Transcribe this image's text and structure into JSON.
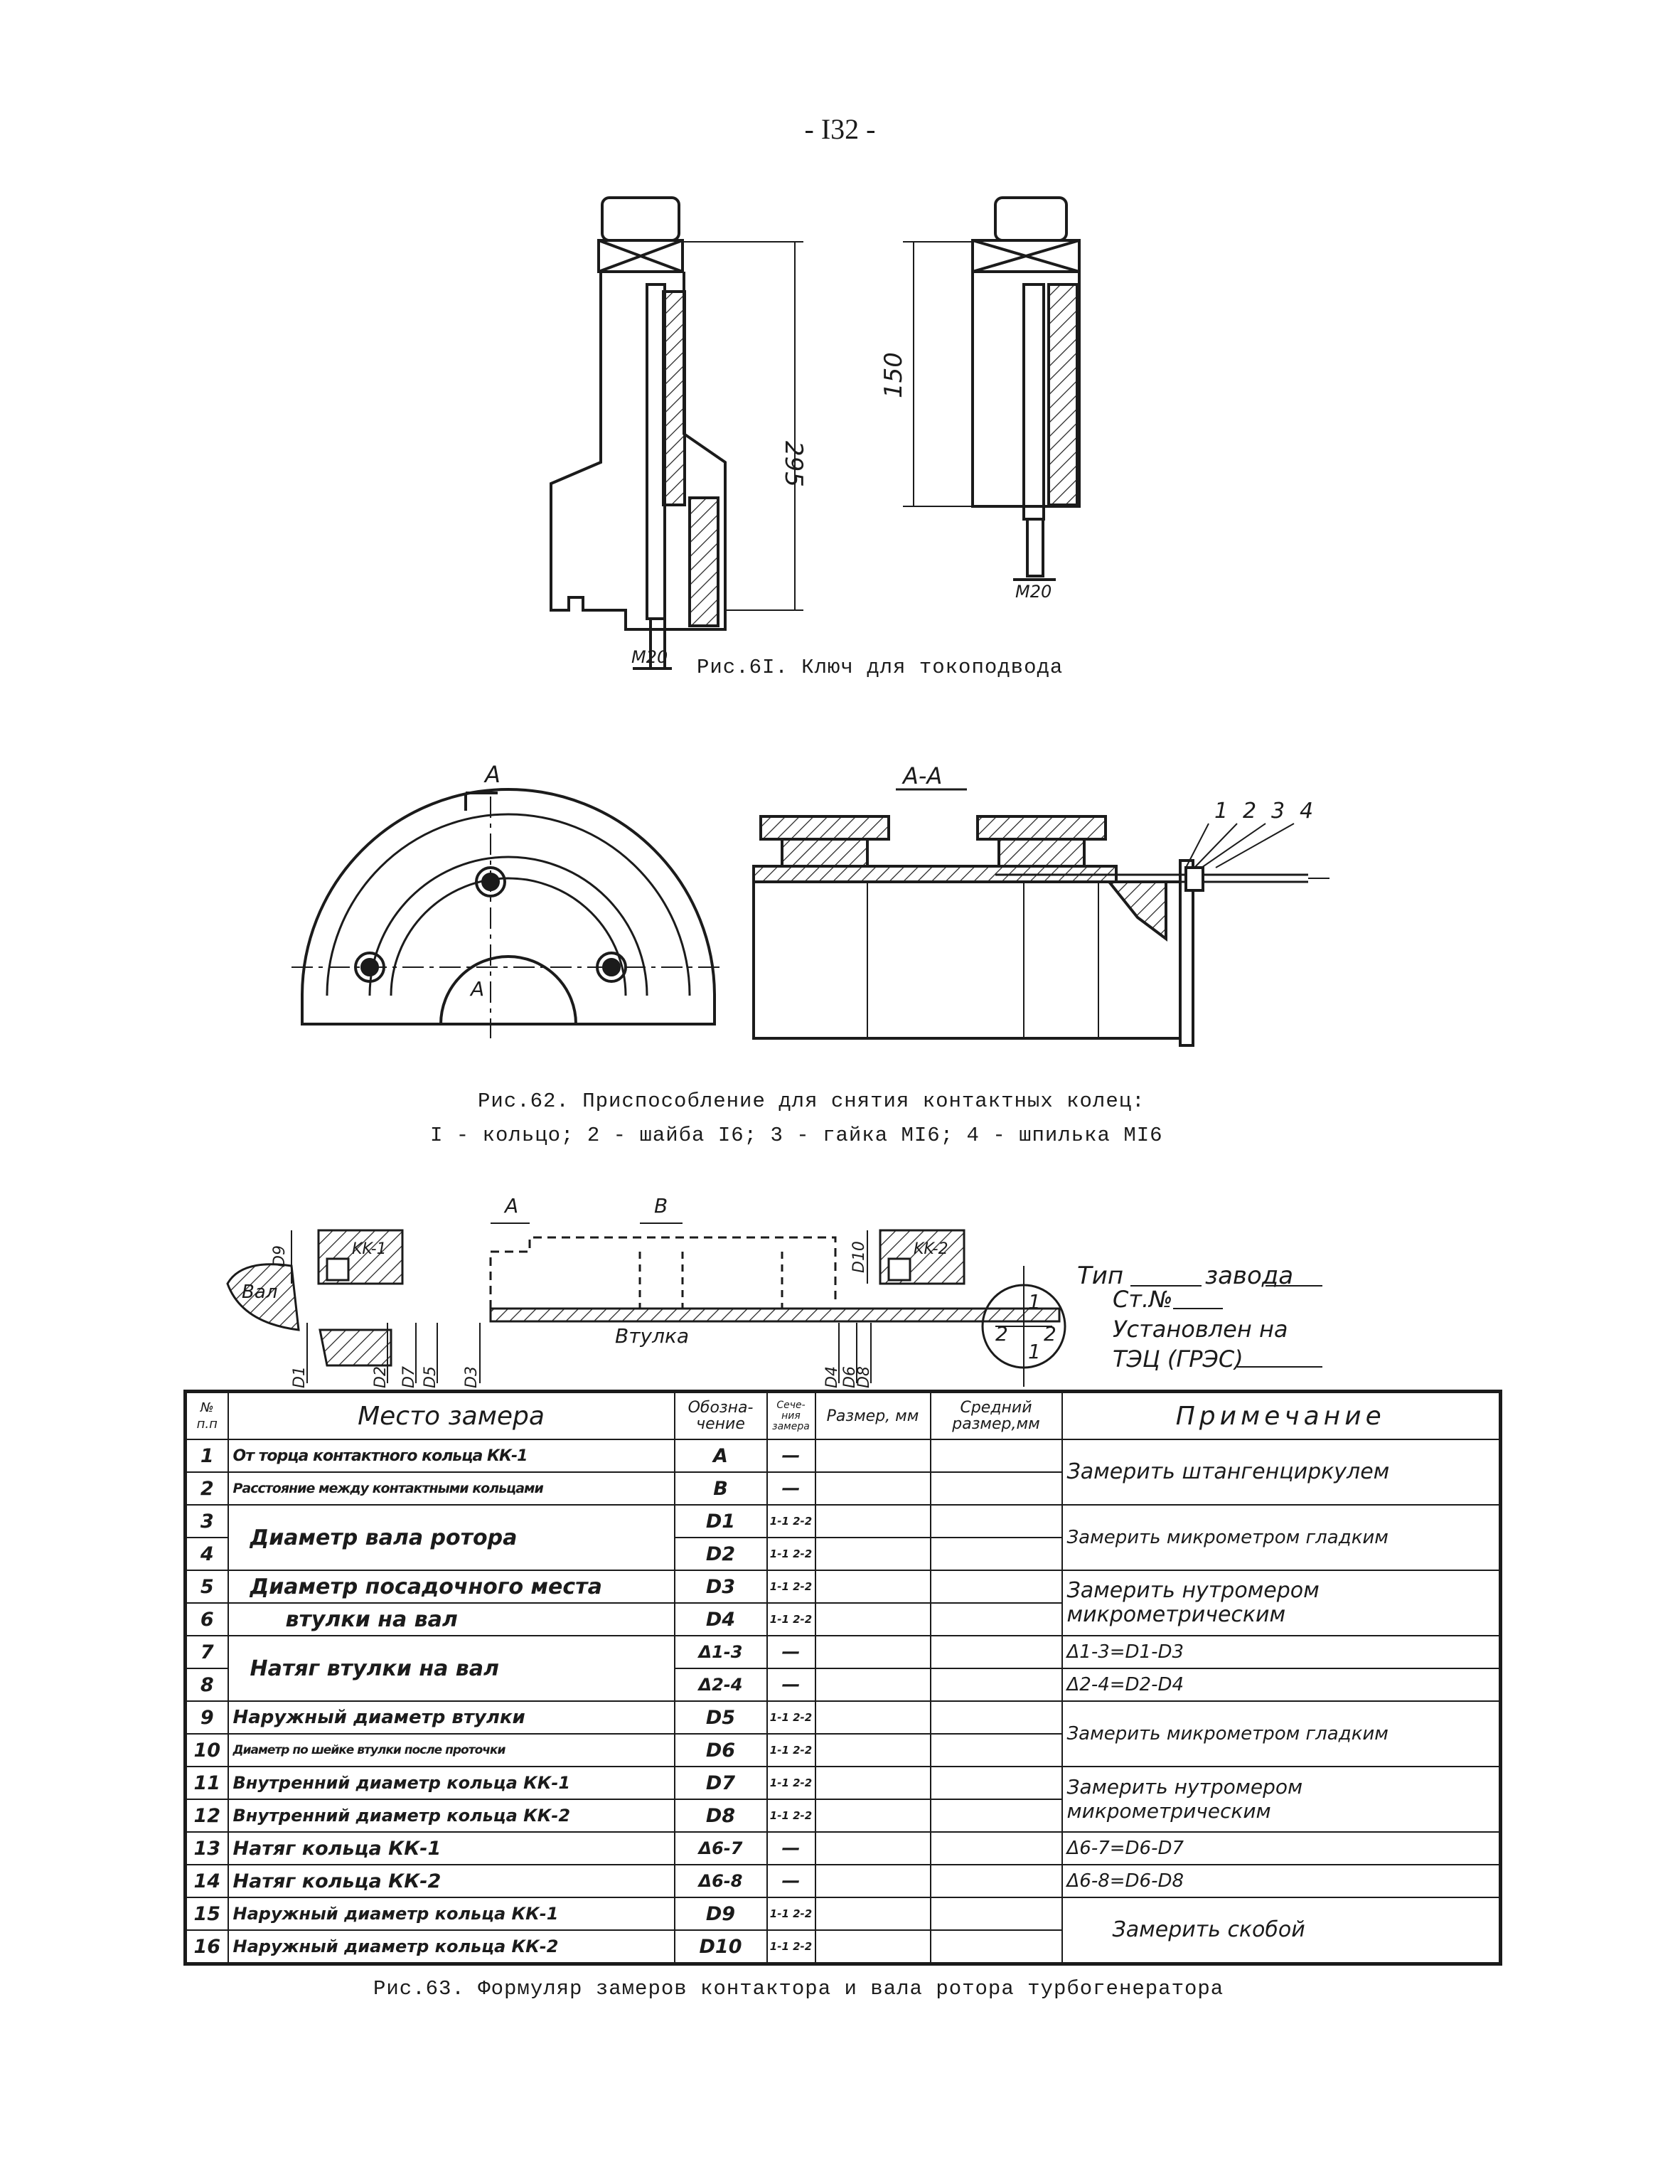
{
  "page_number": "- I32 -",
  "fig61": {
    "caption": "Рис.6I. Ключ для токоподвода",
    "dim_long": "295",
    "dim_short": "150",
    "thread_left": "M20",
    "thread_right": "M20"
  },
  "fig62": {
    "section_mark": "A",
    "section_title": "A-A",
    "callouts": [
      "1",
      "2",
      "3",
      "4"
    ],
    "caption_line1": "Рис.62. Приспособление для снятия контактных колец:",
    "caption_line2": "I - кольцо; 2 - шайба I6; 3 - гайка MI6; 4 - шпилька MI6"
  },
  "fig63": {
    "sketch_labels": {
      "a": "A",
      "b": "B",
      "ring1": "KK-1",
      "ring2": "KK-2",
      "shaft": "Вал",
      "sleeve": "Втулка",
      "d1": "D1",
      "d2": "D2",
      "d3": "D3",
      "d4": "D4",
      "d5": "D5",
      "d6": "D6",
      "d7": "D7",
      "d8": "D8",
      "d9": "D9",
      "d10": "D10",
      "circle_top": "1",
      "circle_bottom": "1",
      "circle_left": "2",
      "circle_right": "2"
    },
    "header_fields": {
      "type_label": "Тип",
      "plant_label": "завода",
      "station_no_label": "Ст.№",
      "installed_label_1": "Установлен на",
      "installed_label_2": "ТЭЦ (ГРЭС)"
    },
    "table": {
      "headers": [
        "№ п.п",
        "Место замера",
        "Обозна-чение",
        "Сече-ния замера",
        "Размер, мм",
        "Средний размер,мм",
        "Примечание"
      ],
      "rows": [
        {
          "n": "1",
          "place": "От торца контактного кольца КК-1",
          "sym": "A",
          "sec": "—"
        },
        {
          "n": "2",
          "place": "Расстояние между контактными кольцами",
          "sym": "B",
          "sec": "—"
        },
        {
          "n": "3",
          "place": "Диаметр вала ротора",
          "sym": "D1",
          "sec": "1-1 2-2"
        },
        {
          "n": "4",
          "place": "",
          "sym": "D2",
          "sec": "1-1 2-2"
        },
        {
          "n": "5",
          "place": "Диаметр посадочного места",
          "sym": "D3",
          "sec": "1-1 2-2"
        },
        {
          "n": "6",
          "place": "втулки на вал",
          "sym": "D4",
          "sec": "1-1 2-2"
        },
        {
          "n": "7",
          "place": "Натяг втулки на вал",
          "sym": "Δ1-3",
          "sec": "—"
        },
        {
          "n": "8",
          "place": "",
          "sym": "Δ2-4",
          "sec": "—"
        },
        {
          "n": "9",
          "place": "Наружный диаметр втулки",
          "sym": "D5",
          "sec": "1-1 2-2"
        },
        {
          "n": "10",
          "place": "Диаметр по шейке втулки после проточки",
          "sym": "D6",
          "sec": "1-1 2-2"
        },
        {
          "n": "11",
          "place": "Внутренний диаметр кольца КК-1",
          "sym": "D7",
          "sec": "1-1 2-2"
        },
        {
          "n": "12",
          "place": "Внутренний диаметр кольца КК-2",
          "sym": "D8",
          "sec": "1-1 2-2"
        },
        {
          "n": "13",
          "place": "Натяг кольца КК-1",
          "sym": "Δ6-7",
          "sec": "—"
        },
        {
          "n": "14",
          "place": "Натяг кольца КК-2",
          "sym": "Δ6-8",
          "sec": "—"
        },
        {
          "n": "15",
          "place": "Наружный диаметр кольца КК-1",
          "sym": "D9",
          "sec": "1-1 2-2"
        },
        {
          "n": "16",
          "place": "Наружный диаметр кольца КК-2",
          "sym": "D10",
          "sec": "1-1 2-2"
        }
      ],
      "notes": [
        "Замерить штангенциркулем",
        "Замерить микрометром гладким",
        "Замерить нутромером микрометрическим",
        "Δ1-3=D1-D3",
        "Δ2-4=D2-D4",
        "Замерить микрометром гладким",
        "Замерить нутромером микрометрическим",
        "Δ6-7=D6-D7",
        "Δ6-8=D6-D8",
        "Замерить скобой"
      ]
    },
    "caption": "Рис.63. Формуляр замеров контактора и вала ротора турбогенератора"
  }
}
